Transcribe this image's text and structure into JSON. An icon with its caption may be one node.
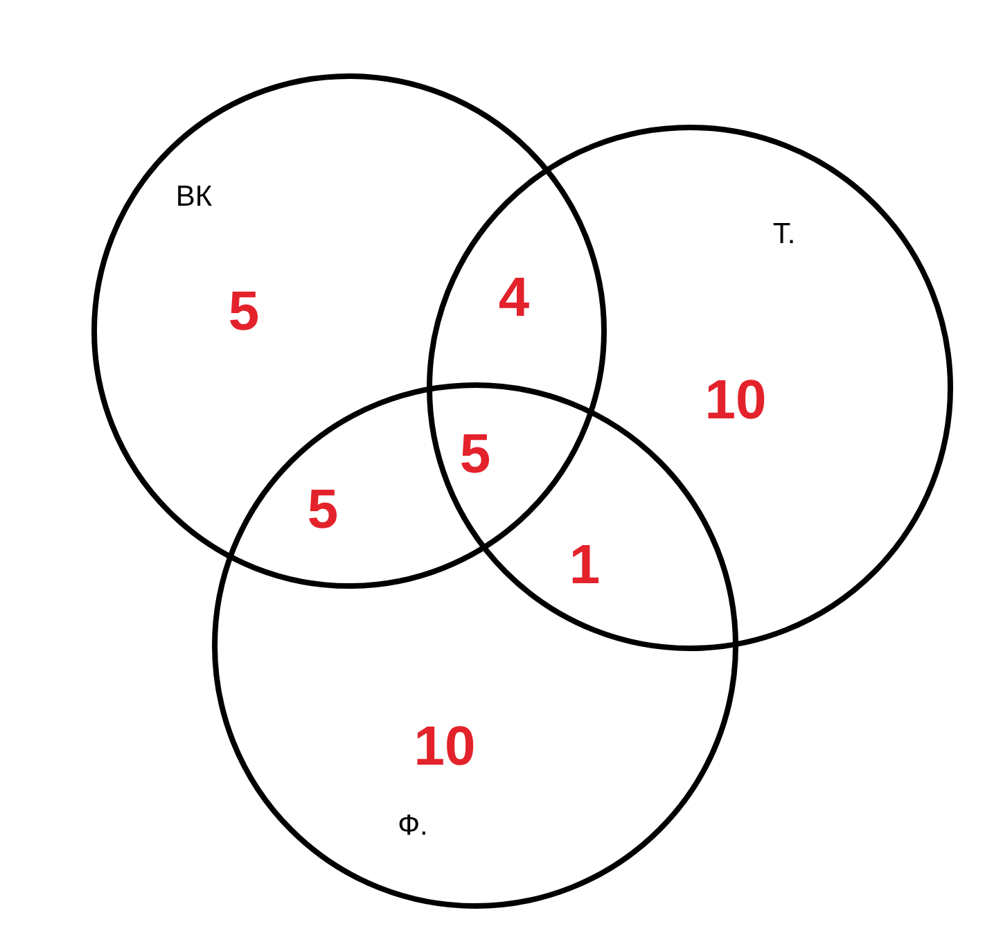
{
  "diagram": {
    "nodes": [
      {
        "text": [
          "ВК"
        ]
      },
      {
        "text": [
          "Т."
        ]
      },
      {
        "text": [
          "Ф."
        ]
      }
    ],
    "labels": [
      "5",
      "4",
      "10",
      "5",
      "5",
      "1",
      "10"
    ]
  }
}
